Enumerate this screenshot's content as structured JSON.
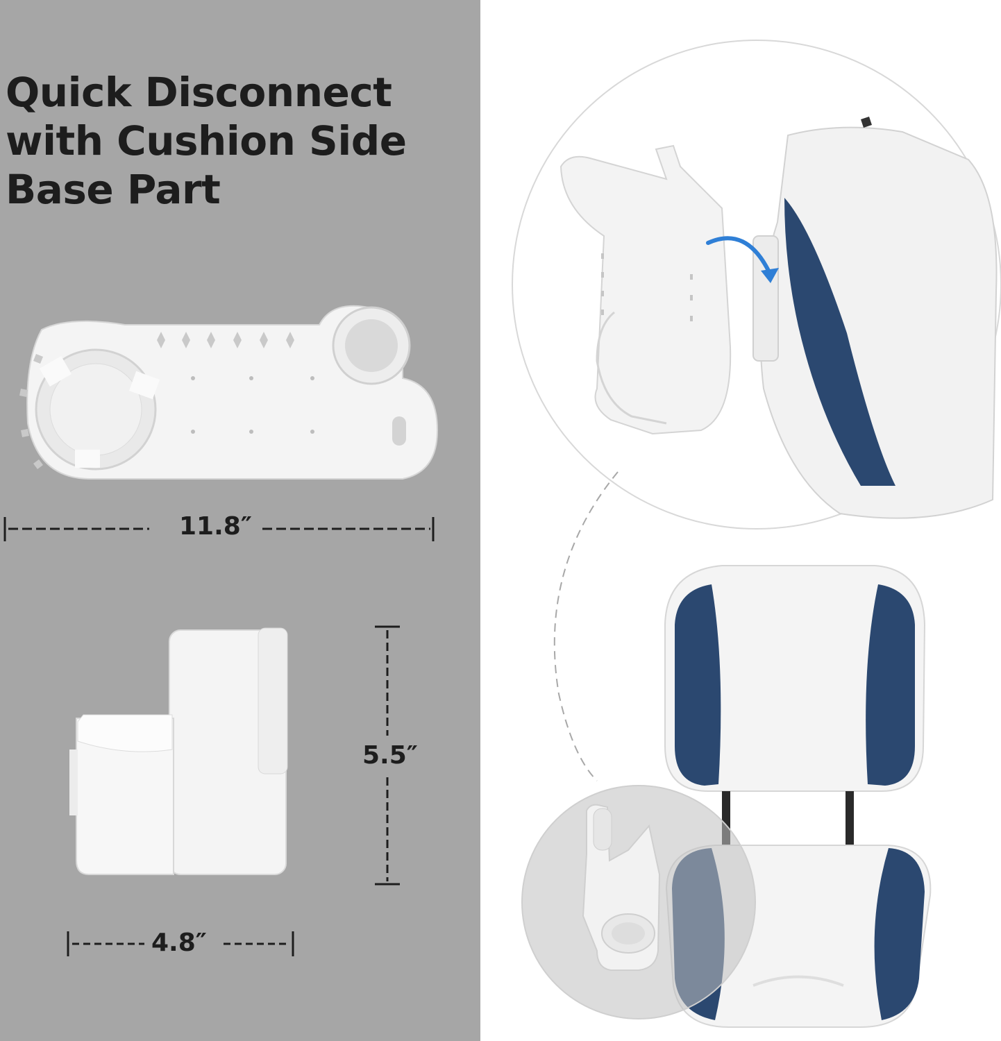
{
  "title": {
    "line1": "Quick Disconnect",
    "line2": "with Cushion Side",
    "line3": "Base Part"
  },
  "dimensions": {
    "width_long": "11.8″",
    "height": "5.5″",
    "width_short": "4.8″"
  },
  "colors": {
    "left_panel_bg": "#a6a6a6",
    "product_white": "#f2f2f2",
    "cushion_navy": "#2b4870",
    "arrow_blue": "#2f7fd6"
  },
  "icons": [
    "curved-arrow-icon"
  ]
}
